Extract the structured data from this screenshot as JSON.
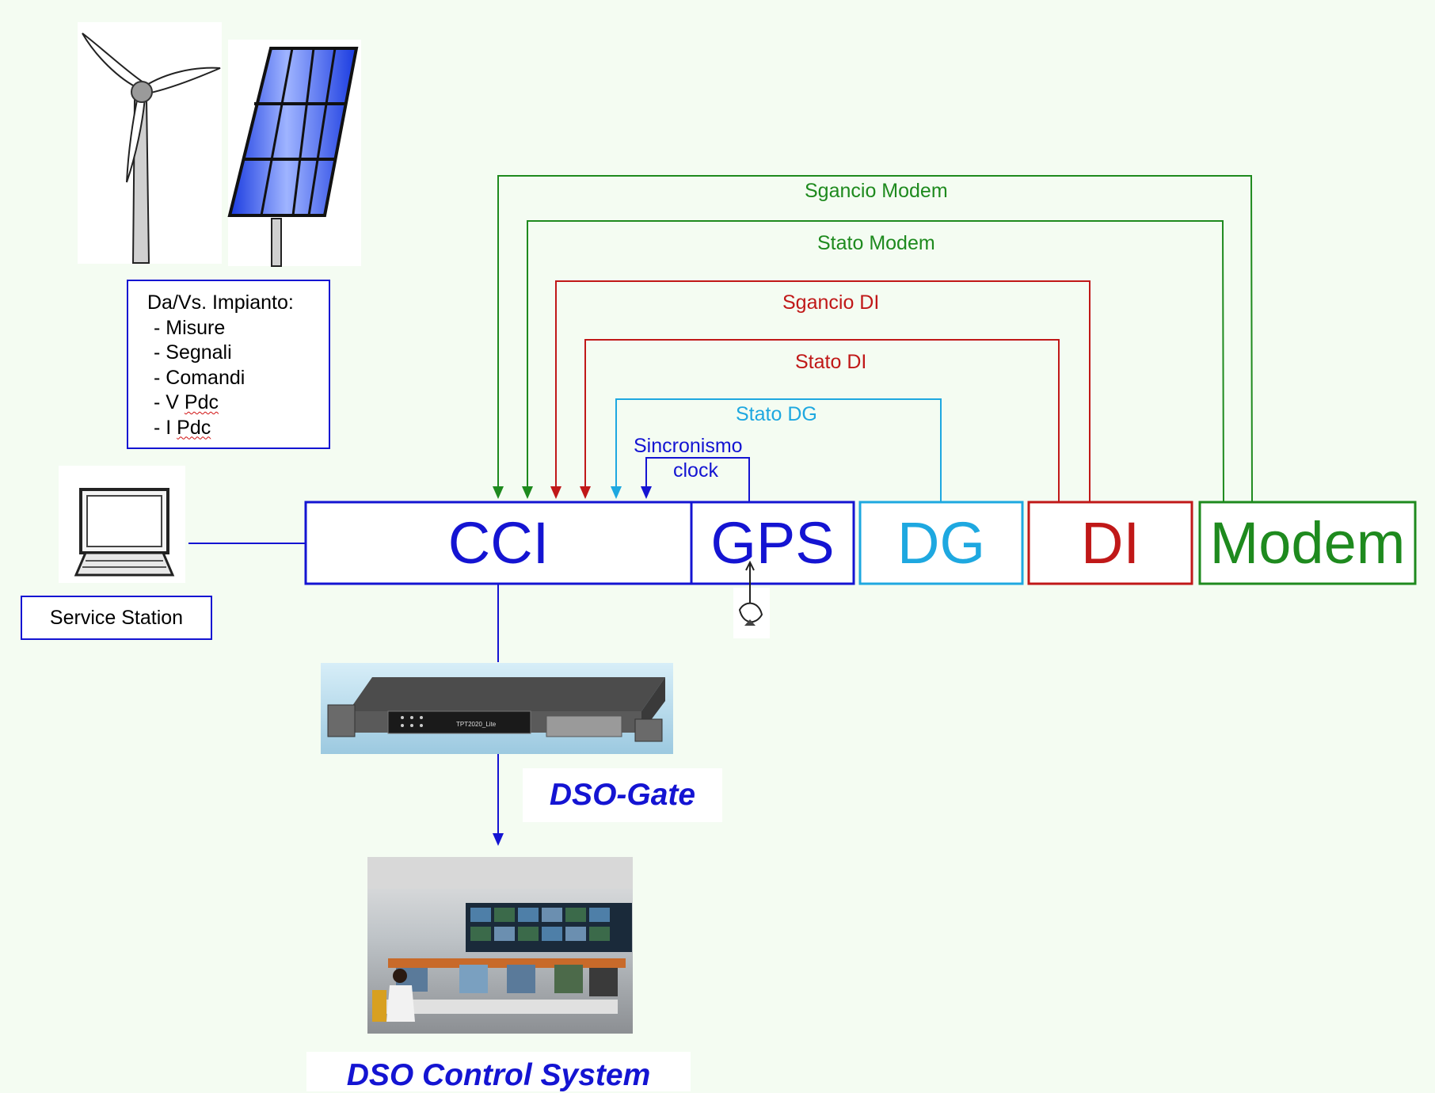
{
  "colors": {
    "blue": "#1414d2",
    "cyan": "#1ea8e0",
    "red": "#c01818",
    "green": "#1e8a1e",
    "background": "#f4fcf2"
  },
  "plant": {
    "icons": [
      "wind-turbine-icon",
      "solar-panel-icon"
    ],
    "info_title": "Da/Vs. Impianto:",
    "items": [
      "- Misure",
      "- Segnali",
      "- Comandi"
    ],
    "item_v_prefix": "- V ",
    "item_v_word": "Pdc",
    "item_i_prefix": "- I ",
    "item_i_word": "Pdc"
  },
  "service_station": {
    "icon": "computer-icon",
    "label": "Service Station"
  },
  "boxes": {
    "cci": "CCI",
    "gps": "GPS",
    "dg": "DG",
    "di": "DI",
    "modem": "Modem"
  },
  "signals": {
    "sgancio_modem": "Sgancio Modem",
    "stato_modem": "Stato Modem",
    "sgancio_di": "Sgancio DI",
    "stato_di": "Stato DI",
    "stato_dg": "Stato DG",
    "sincronismo": "Sincronismo",
    "clock": "clock"
  },
  "gateway": {
    "device_text": "TPT2020_Lite",
    "caption": "DSO-Gate"
  },
  "control": {
    "caption": "DSO Control System"
  }
}
